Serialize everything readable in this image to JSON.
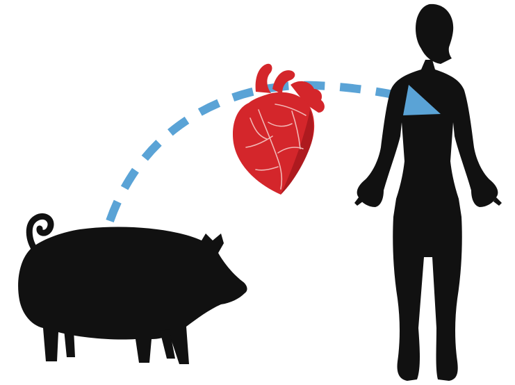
{
  "diagram": {
    "caption": "",
    "nodes": [
      {
        "id": "pig",
        "label": "",
        "icon": "pig-silhouette-icon"
      },
      {
        "id": "heart",
        "label": "",
        "icon": "anatomical-heart-icon"
      },
      {
        "id": "human",
        "label": "",
        "icon": "human-silhouette-icon"
      }
    ],
    "edges": [
      {
        "from": "pig",
        "to": "human",
        "style": "dashed-arc-with-arrowhead"
      }
    ]
  },
  "colors": {
    "background": "#ffffff",
    "silhouette": "#111111",
    "heart": "#d4262b",
    "heart_dark": "#8e1015",
    "heart_vessels": "#f1b7b5",
    "arrow": "#5aa3d6"
  }
}
